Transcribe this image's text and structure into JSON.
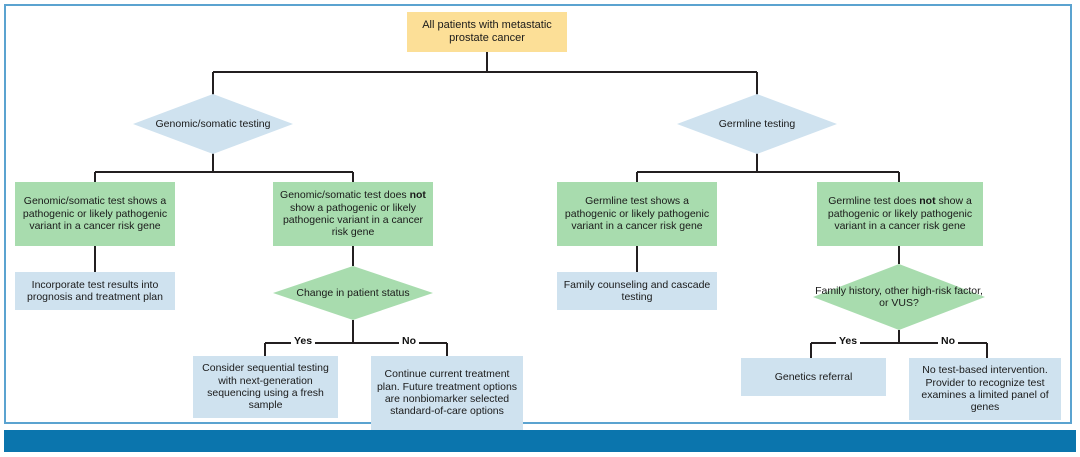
{
  "figure": {
    "type": "flowchart",
    "title_node": "All patients with metastatic prostate cancer",
    "frame_color": "#5ba3d0",
    "bottom_bar_color": "#0b75ad",
    "colors": {
      "root_fill": "#fcdf97",
      "decision_blue_fill": "#cfe2ef",
      "decision_green_fill": "#a8dcae",
      "action_fill": "#cfe2ef",
      "result_fill": "#a8dcae",
      "connector": "#231f20",
      "text": "#1a1a1a"
    }
  },
  "nodes": {
    "root": {
      "id": "all-patients",
      "shape": "rect",
      "text": "All patients with metastatic prostate cancer",
      "fill": "#fcdf97"
    },
    "genomic_somatic_testing": {
      "id": "genomic-somatic-testing",
      "shape": "diamond",
      "text": "Genomic/somatic testing",
      "fill": "#cfe2ef"
    },
    "germline_testing": {
      "id": "germline-testing",
      "shape": "diamond",
      "text": "Germline testing",
      "fill": "#cfe2ef"
    },
    "gs_positive": {
      "id": "genomic-somatic-positive",
      "shape": "rect",
      "fill": "#a8dcae",
      "text_html": "Genomic/somatic test shows a pathogenic or likely pathogenic variant in a cancer risk gene"
    },
    "gs_negative": {
      "id": "genomic-somatic-negative",
      "shape": "rect",
      "fill": "#a8dcae",
      "text_parts": [
        "Genomic/somatic test does ",
        "not",
        " show a pathogenic or likely pathogenic variant in a cancer risk gene"
      ]
    },
    "gl_positive": {
      "id": "germline-positive",
      "shape": "rect",
      "fill": "#a8dcae",
      "text_html": "Germline test shows a pathogenic or likely pathogenic variant in a cancer risk gene"
    },
    "gl_negative": {
      "id": "germline-negative",
      "shape": "rect",
      "fill": "#a8dcae",
      "text_parts": [
        "Germline test does ",
        "not",
        " show a pathogenic or likely pathogenic variant in a cancer risk gene"
      ]
    },
    "incorporate": {
      "id": "incorporate-results",
      "shape": "rect",
      "fill": "#cfe2ef",
      "text": "Incorporate test results into prognosis and treatment plan"
    },
    "change_status": {
      "id": "change-in-patient-status",
      "shape": "diamond",
      "fill": "#a8dcae",
      "text": "Change in patient status"
    },
    "family_counseling": {
      "id": "family-counseling",
      "shape": "rect",
      "fill": "#cfe2ef",
      "text": "Family counseling and cascade testing"
    },
    "family_history": {
      "id": "family-history-vus",
      "shape": "diamond",
      "fill": "#a8dcae",
      "text": "Family history, other high-risk factor, or VUS?"
    },
    "sequential_testing": {
      "id": "sequential-testing",
      "shape": "rect",
      "fill": "#cfe2ef",
      "text": "Consider sequential testing with next-generation sequencing using a fresh sample"
    },
    "continue_treatment": {
      "id": "continue-current-treatment",
      "shape": "rect",
      "fill": "#cfe2ef",
      "text": "Continue current treatment plan. Future treatment options are nonbiomarker selected standard-of-care options"
    },
    "genetics_referral": {
      "id": "genetics-referral",
      "shape": "rect",
      "fill": "#cfe2ef",
      "text": "Genetics referral"
    },
    "no_intervention": {
      "id": "no-test-based-intervention",
      "shape": "rect",
      "fill": "#cfe2ef",
      "text": "No test-based intervention. Provider to recognize test examines a limited panel of genes"
    }
  },
  "edge_labels": {
    "change_status_yes": "Yes",
    "change_status_no": "No",
    "family_history_yes": "Yes",
    "family_history_no": "No"
  },
  "edges": [
    {
      "from": "all-patients",
      "to": "genomic-somatic-testing",
      "label": ""
    },
    {
      "from": "all-patients",
      "to": "germline-testing",
      "label": ""
    },
    {
      "from": "genomic-somatic-testing",
      "to": "genomic-somatic-positive",
      "label": ""
    },
    {
      "from": "genomic-somatic-testing",
      "to": "genomic-somatic-negative",
      "label": ""
    },
    {
      "from": "germline-testing",
      "to": "germline-positive",
      "label": ""
    },
    {
      "from": "germline-testing",
      "to": "germline-negative",
      "label": ""
    },
    {
      "from": "genomic-somatic-positive",
      "to": "incorporate-results",
      "label": ""
    },
    {
      "from": "genomic-somatic-negative",
      "to": "change-in-patient-status",
      "label": ""
    },
    {
      "from": "germline-positive",
      "to": "family-counseling",
      "label": ""
    },
    {
      "from": "germline-negative",
      "to": "family-history-vus",
      "label": ""
    },
    {
      "from": "change-in-patient-status",
      "to": "sequential-testing",
      "label": "Yes"
    },
    {
      "from": "change-in-patient-status",
      "to": "continue-current-treatment",
      "label": "No"
    },
    {
      "from": "family-history-vus",
      "to": "genetics-referral",
      "label": "Yes"
    },
    {
      "from": "family-history-vus",
      "to": "no-test-based-intervention",
      "label": "No"
    }
  ]
}
